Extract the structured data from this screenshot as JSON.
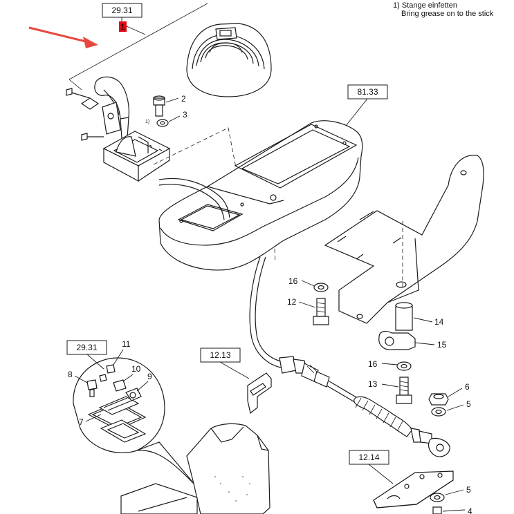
{
  "note": {
    "line1": "1) Stange einfetten",
    "line2": "Bring grease on to the stick"
  },
  "refs": {
    "top_ref": "29.31",
    "highlight_tag": "1",
    "tray_ref": "81.33",
    "inset_ref": "29.31",
    "bracket_ref": "12.13",
    "plate_ref": "12.14"
  },
  "callouts": {
    "c2": "2",
    "c3": "3",
    "c16a": "16",
    "c12": "12",
    "c14": "14",
    "c15": "15",
    "c16b": "16",
    "c13": "13",
    "c6": "6",
    "c5a": "5",
    "c5b": "5",
    "c4": "4",
    "c11": "11",
    "c10": "10",
    "c9": "9",
    "c8": "8",
    "c7": "7",
    "c_small1": "1)"
  },
  "colors": {
    "highlight": "#e30613",
    "arrow": "#e8473f",
    "line": "#1a1a1a"
  }
}
